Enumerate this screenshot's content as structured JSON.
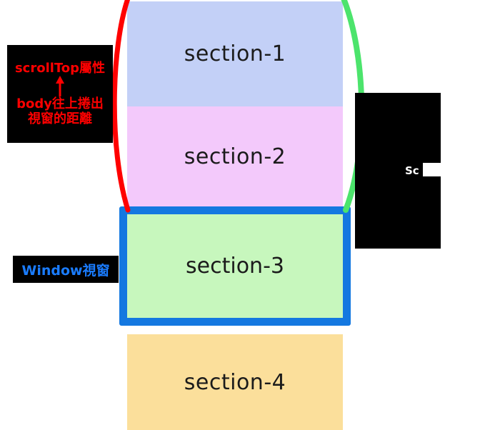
{
  "diagram": {
    "title": "scrollTop / window viewport scrolling diagram",
    "sections": [
      {
        "id": "section-1",
        "label": "section-1",
        "color": "#c3d0f7"
      },
      {
        "id": "section-2",
        "label": "section-2",
        "color": "#f3c9fb"
      },
      {
        "id": "section-3",
        "label": "section-3",
        "color": "#c7f7bd"
      },
      {
        "id": "section-4",
        "label": "section-4",
        "color": "#fbdf9b"
      }
    ],
    "window_frame": {
      "name": "window-viewport-frame",
      "border_color": "#1478e0",
      "surrounds": "section-3"
    },
    "braces": [
      {
        "name": "left-brace",
        "color": "#ff0000",
        "side": "left"
      },
      {
        "name": "right-brace",
        "color": "#4ce46c",
        "side": "right"
      }
    ],
    "callouts": {
      "scroll_top": {
        "name": "scrolltop-annotation",
        "background": "#000000",
        "text_color": "#ff0000",
        "line1": "scrollTop屬性",
        "arrow": "up-arrow",
        "line2": "body往上捲出",
        "line3": "視窗的距離"
      },
      "window": {
        "name": "window-annotation",
        "background": "#000000",
        "text_color": "#1a7cff",
        "line1": "Window視窗"
      },
      "scroll_right": {
        "name": "scroll-annotation",
        "background": "#000000",
        "text_color": "#ffffff",
        "line1": "Sc"
      }
    }
  }
}
